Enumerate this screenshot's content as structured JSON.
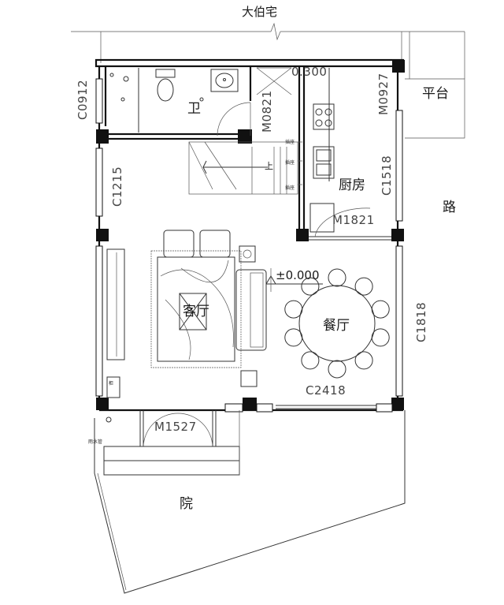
{
  "plan": {
    "neighbor_label": "大伯宅",
    "rooms": {
      "bathroom": "卫",
      "kitchen": "厨房",
      "living_room": "客厅",
      "dining_room": "餐厅",
      "platform": "平台",
      "road": "路",
      "yard": "院"
    },
    "codes": {
      "window_c0912": "C0912",
      "window_c1215": "C1215",
      "door_m0821": "M0821",
      "beam_0300": "0.300",
      "door_m0927": "M0927",
      "window_c1518": "C1518",
      "door_m1821": "M1821",
      "window_c1818": "C1818",
      "level_0000": "±0.000",
      "window_c2418": "C2418",
      "door_m1527": "M1527",
      "stair_up": "上"
    },
    "small_notes": {
      "kitchen_note_1": "插座",
      "kitchen_note_2": "插座",
      "kitchen_note_3": "插座",
      "rain_pipe": "雨水管",
      "pantry_mark": "柜"
    }
  }
}
